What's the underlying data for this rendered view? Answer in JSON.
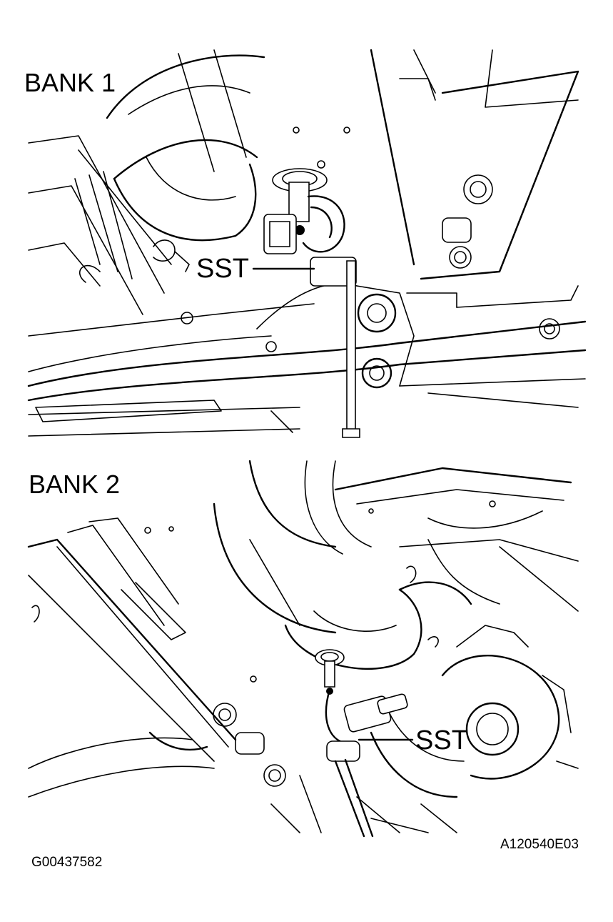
{
  "panel_top": {
    "title": "BANK 1",
    "callout": "SST"
  },
  "panel_bottom": {
    "title": "BANK 2",
    "callout": "SST"
  },
  "footer": {
    "illustration_code": "A120540E03",
    "document_code": "G00437582"
  },
  "colors": {
    "ink": "#000000",
    "paper": "#ffffff"
  }
}
